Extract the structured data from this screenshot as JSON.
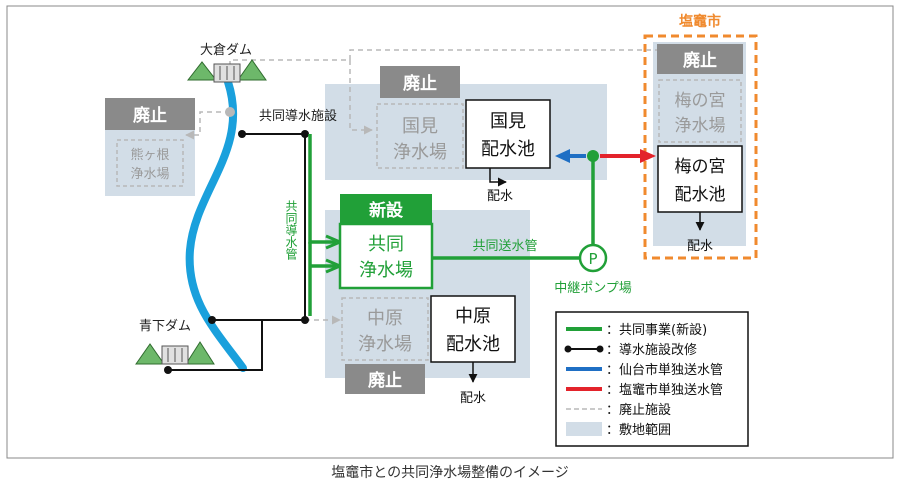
{
  "colors": {
    "green": "#21a038",
    "blue": "#1f6fc4",
    "red": "#e3232b",
    "river": "#1aa0dc",
    "orange": "#f08a2e",
    "site": "#d2dde7",
    "gray_box": "#8a8a8a",
    "gray_text": "#9a9a9a",
    "dashed": "#b8b8b8"
  },
  "labels": {
    "okura_dam": "大倉ダム",
    "aoshita_dam": "青下ダム",
    "joint_intake_facility": "共同導水施設",
    "joint_intake_pipe": "共同導水管",
    "joint_transmission_pipe": "共同送水管",
    "relay_pump": "中継ポンプ場",
    "pump_symbol": "P",
    "shiogama_city": "塩竈市",
    "abolished": "廃止",
    "new_build": "新設",
    "distribution": "配水"
  },
  "facilities": {
    "kumagane": {
      "line1": "熊ヶ根",
      "line2": "浄水場"
    },
    "kunimi_plant": {
      "line1": "国見",
      "line2": "浄水場"
    },
    "kunimi_reservoir": {
      "line1": "国見",
      "line2": "配水池"
    },
    "joint_plant": {
      "line1": "共同",
      "line2": "浄水場"
    },
    "nakahara_plant": {
      "line1": "中原",
      "line2": "浄水場"
    },
    "nakahara_reservoir": {
      "line1": "中原",
      "line2": "配水池"
    },
    "umenomiya_plant": {
      "line1": "梅の宮",
      "line2": "浄水場"
    },
    "umenomiya_reservoir": {
      "line1": "梅の宮",
      "line2": "配水池"
    }
  },
  "legend": [
    {
      "label": "：共同事業(新設)",
      "kind": "green"
    },
    {
      "label": "：導水施設改修",
      "kind": "black"
    },
    {
      "label": "：仙台市単独送水管",
      "kind": "blue"
    },
    {
      "label": "：塩竈市単独送水管",
      "kind": "red"
    },
    {
      "label": "：廃止施設",
      "kind": "dashed"
    },
    {
      "label": "：敷地範囲",
      "kind": "site"
    }
  ],
  "caption": "塩竈市との共同浄水場整備のイメージ"
}
